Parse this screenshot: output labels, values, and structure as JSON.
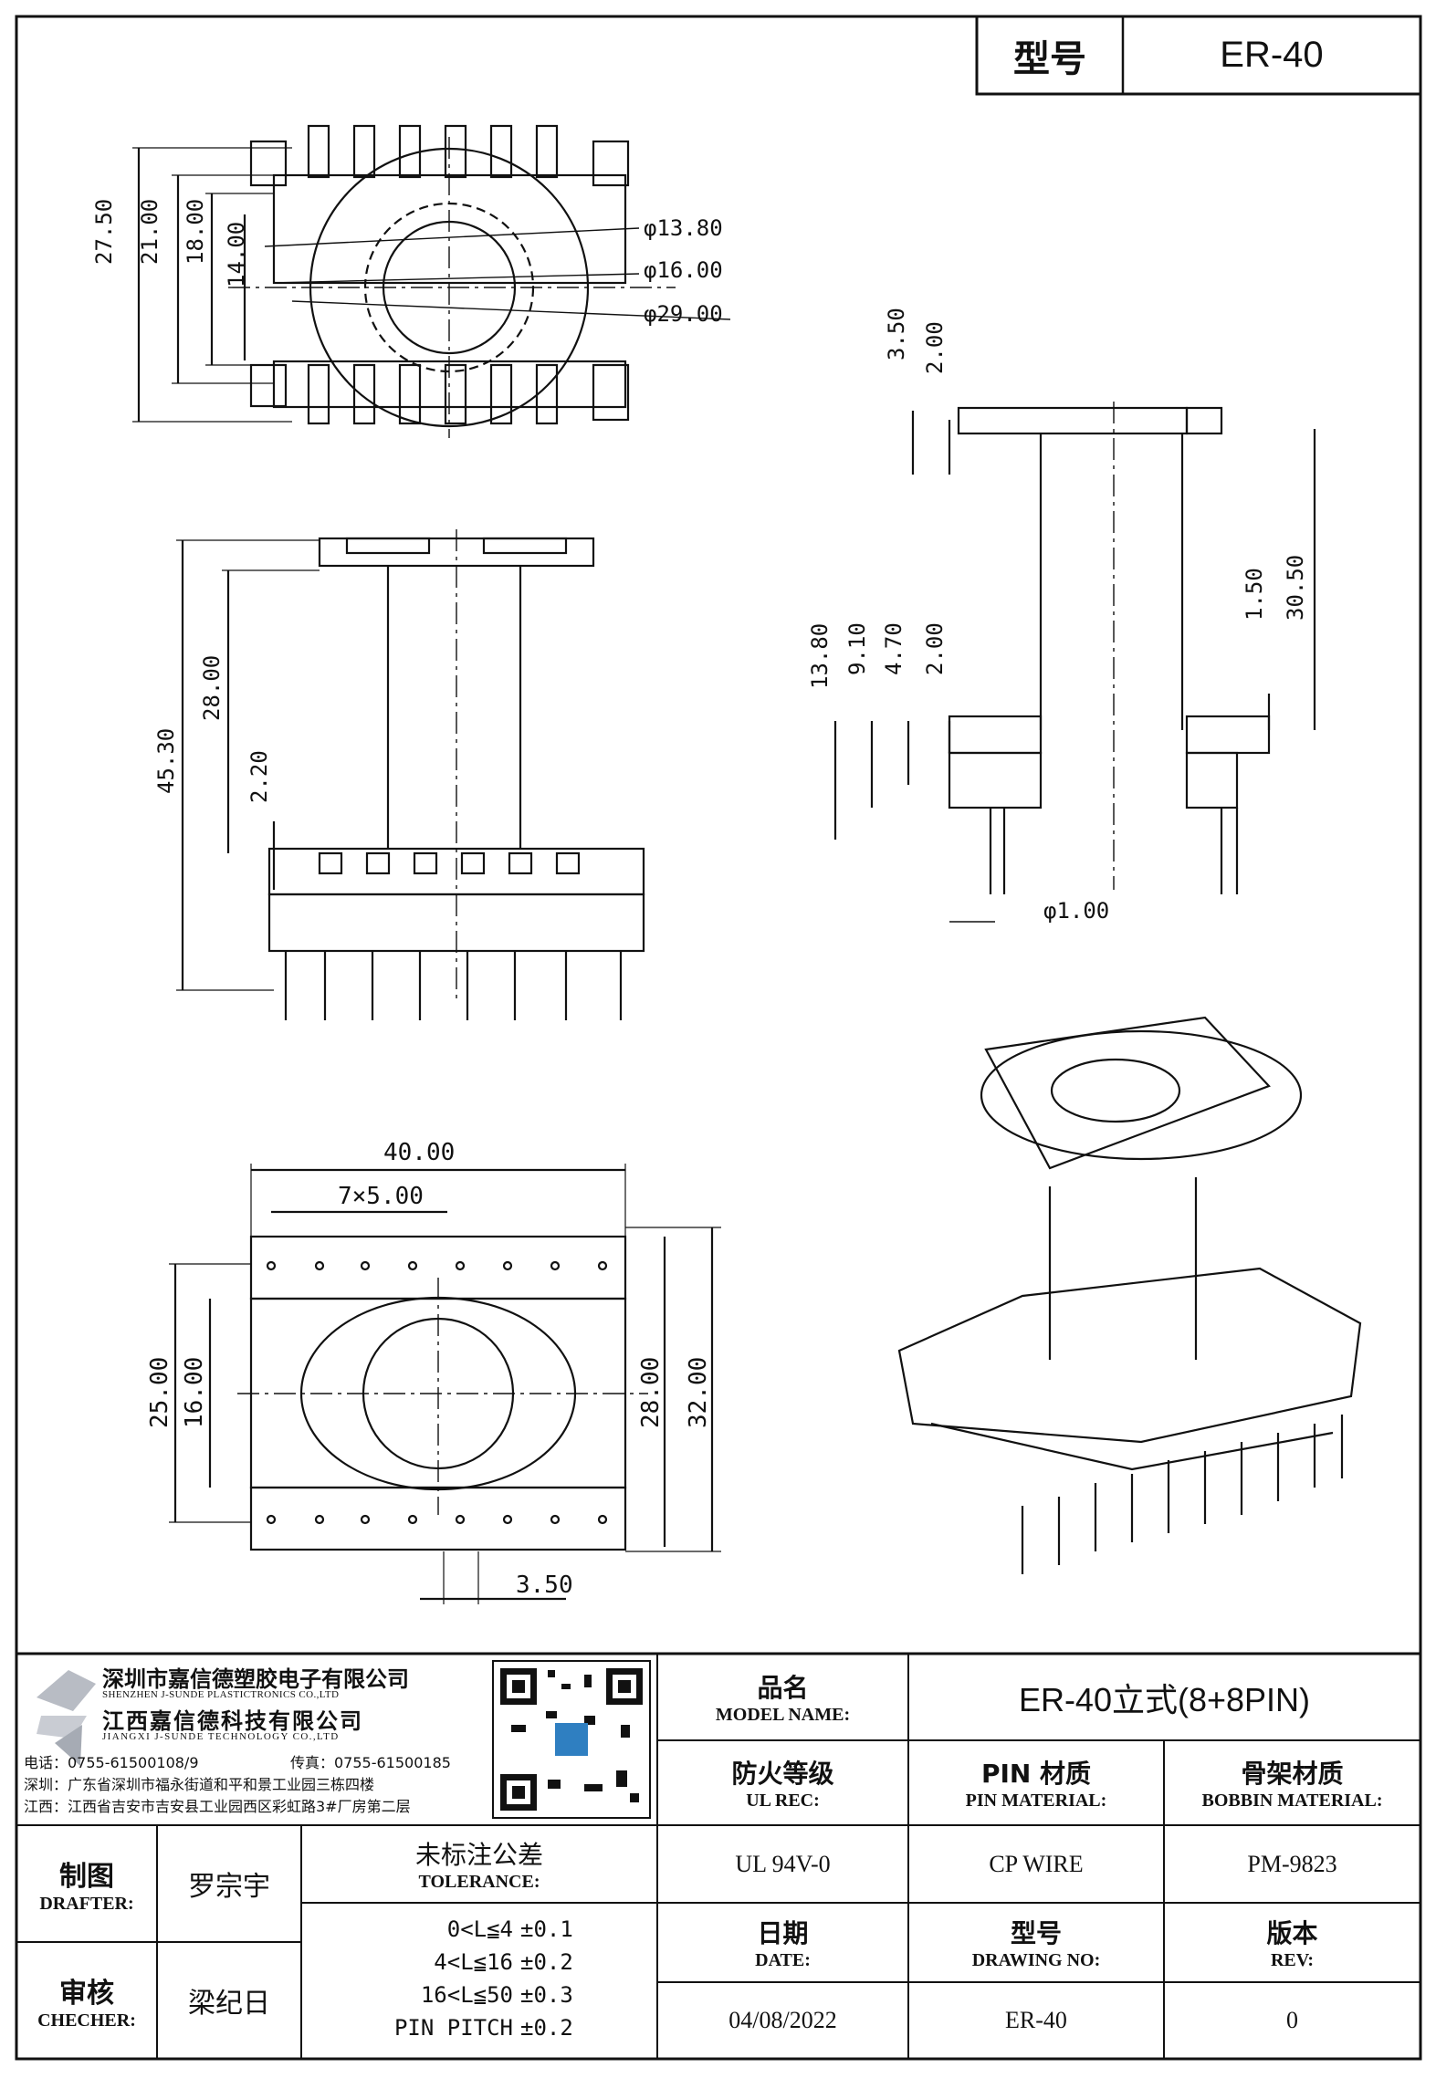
{
  "title_block": {
    "type_label": "型号",
    "type_value": "ER-40"
  },
  "dimensions": [
    {
      "id": "A",
      "value": "27.50"
    },
    {
      "id": "B",
      "value": "21.00"
    },
    {
      "id": "C",
      "value": "18.00"
    },
    {
      "id": "D",
      "value": "14.00"
    },
    {
      "id": "E",
      "value": "φ13.80"
    },
    {
      "id": "F",
      "value": "φ16.00"
    },
    {
      "id": "G",
      "value": "φ29.00"
    },
    {
      "id": "H",
      "value": "45.30"
    },
    {
      "id": "I",
      "value": "28.00"
    },
    {
      "id": "J",
      "value": "2.20"
    },
    {
      "id": "K",
      "value": "3.50"
    },
    {
      "id": "L",
      "value": "2.00"
    },
    {
      "id": "M",
      "value": "13.80"
    },
    {
      "id": "N",
      "value": "9.10"
    },
    {
      "id": "O",
      "value": "4.70"
    },
    {
      "id": "P",
      "value": "2.00"
    },
    {
      "id": "Q",
      "value": "1.50"
    },
    {
      "id": "R",
      "value": "30.50"
    },
    {
      "id": "S",
      "value": "φ1.00"
    },
    {
      "id": "T",
      "value": "40.00"
    },
    {
      "id": "U",
      "value": "7×5.00"
    },
    {
      "id": "V",
      "value": "25.00"
    },
    {
      "id": "W",
      "value": "16.00"
    },
    {
      "id": "X",
      "value": "28.00"
    },
    {
      "id": "Y",
      "value": "32.00"
    },
    {
      "id": "Z",
      "value": "3.50"
    }
  ],
  "company": {
    "name_shenzhen": "深圳市嘉信德塑胶电子有限公司",
    "name_shenzhen_en": "SHENZHEN J-SUNDE PLASTICTRONICS CO.,LTD",
    "name_jiangxi": "江西嘉信德科技有限公司",
    "name_jiangxi_en": "JIANGXI J-SUNDE TECHNOLOGY CO.,LTD",
    "tel": "电话：0755-61500108/9",
    "fax": "传真：0755-61500185",
    "addr_shenzhen": "深圳：广东省深圳市福永街道和平和景工业园三栋四楼",
    "addr_jiangxi": "江西：江西省吉安市吉安县工业园西区彩虹路3#厂房第二层"
  },
  "info": {
    "model_name_zh": "品名",
    "model_name_en": "MODEL NAME:",
    "model_name_value": "ER-40立式(8+8PIN)",
    "ul_zh": "防火等级",
    "ul_en": "UL REC:",
    "ul_value": "UL 94V-0",
    "pin_zh": "PIN 材质",
    "pin_en": "PIN MATERIAL:",
    "pin_value": "CP WIRE",
    "bobbin_zh": "骨架材质",
    "bobbin_en": "BOBBIN MATERIAL:",
    "bobbin_value": "PM-9823",
    "date_zh": "日期",
    "date_en": "DATE:",
    "date_value": "04/08/2022",
    "drawing_zh": "型号",
    "drawing_en": "DRAWING NO:",
    "drawing_value": "ER-40",
    "rev_zh": "版本",
    "rev_en": "REV:",
    "rev_value": "0"
  },
  "staff": {
    "drafter_zh": "制图",
    "drafter_en": "DRAFTER:",
    "drafter_name": "罗宗宇",
    "checker_zh": "审核",
    "checker_en": "CHECHER:",
    "checker_name": "梁纪日"
  },
  "tolerance": {
    "title_zh": "未标注公差",
    "title_en": "TOLERANCE:",
    "rows": [
      {
        "range": "0<L≦4",
        "value": "±0.1"
      },
      {
        "range": "4<L≦16",
        "value": "±0.2"
      },
      {
        "range": "16<L≦50",
        "value": "±0.3"
      },
      {
        "range": "PIN PITCH",
        "value": "±0.2"
      }
    ]
  },
  "colors": {
    "line": "#111111",
    "qr_accent": "#2f7fc1",
    "logo_gray": "#b8bcc4"
  }
}
